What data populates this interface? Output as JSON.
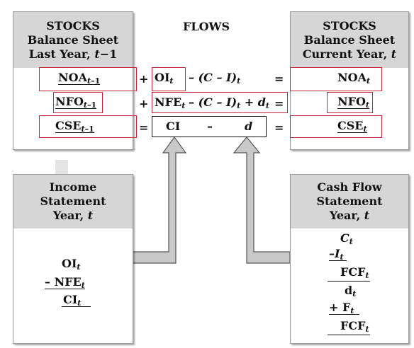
{
  "header": {
    "stocks_left": [
      "STOCKS",
      "Balance Sheet",
      "Last Year, t−1"
    ],
    "flows_title": "FLOWS",
    "stocks_right": [
      "STOCKS",
      "Balance Sheet",
      "Current Year, t"
    ]
  },
  "rows": [
    {
      "left": "NOA",
      "left_sub": "t−1",
      "op1": "+",
      "oi": "OI",
      "oi_sub": "t",
      "mid": "– (C – I)",
      "mid_sub": "t",
      "eq": "=",
      "right": "NOA",
      "right_sub": "t"
    },
    {
      "left": "NFO",
      "left_sub": "t−1",
      "op1": "+",
      "oi": "NFE",
      "oi_sub": "t",
      "mid": "– (C – I)",
      "mid_sub": "t",
      "mid2": "+ d",
      "mid2_sub": "t",
      "eq": "=",
      "right": "NFO",
      "right_sub": "t"
    },
    {
      "left": "CSE",
      "left_sub": "t−1",
      "op1": "=",
      "ci": "CI",
      "minus": "–",
      "d": "d",
      "eq": "=",
      "right": "CSE",
      "right_sub": "t"
    }
  ],
  "income": {
    "head": [
      "Income",
      "Statement",
      "Year, t"
    ],
    "oi": "OI",
    "oi_sub": "t",
    "nfe": "– NFE",
    "nfe_sub": "t",
    "ci": "CI",
    "ci_sub": "t"
  },
  "cashflow": {
    "head": [
      "Cash Flow",
      "Statement",
      "Year, t"
    ],
    "c": "C",
    "c_sub": "t",
    "i": "–I",
    "i_sub": "t",
    "fcf": "FCF",
    "fcf_sub": "t",
    "d": "d",
    "d_sub": "t",
    "f": "+ F",
    "f_sub": "t",
    "fcf2": "FCF",
    "fcf2_sub": "t"
  },
  "colors": {
    "header_gray": "#d6d6d6",
    "highlight": "#c8283a",
    "arrow_gray": "#c9c9c9"
  }
}
